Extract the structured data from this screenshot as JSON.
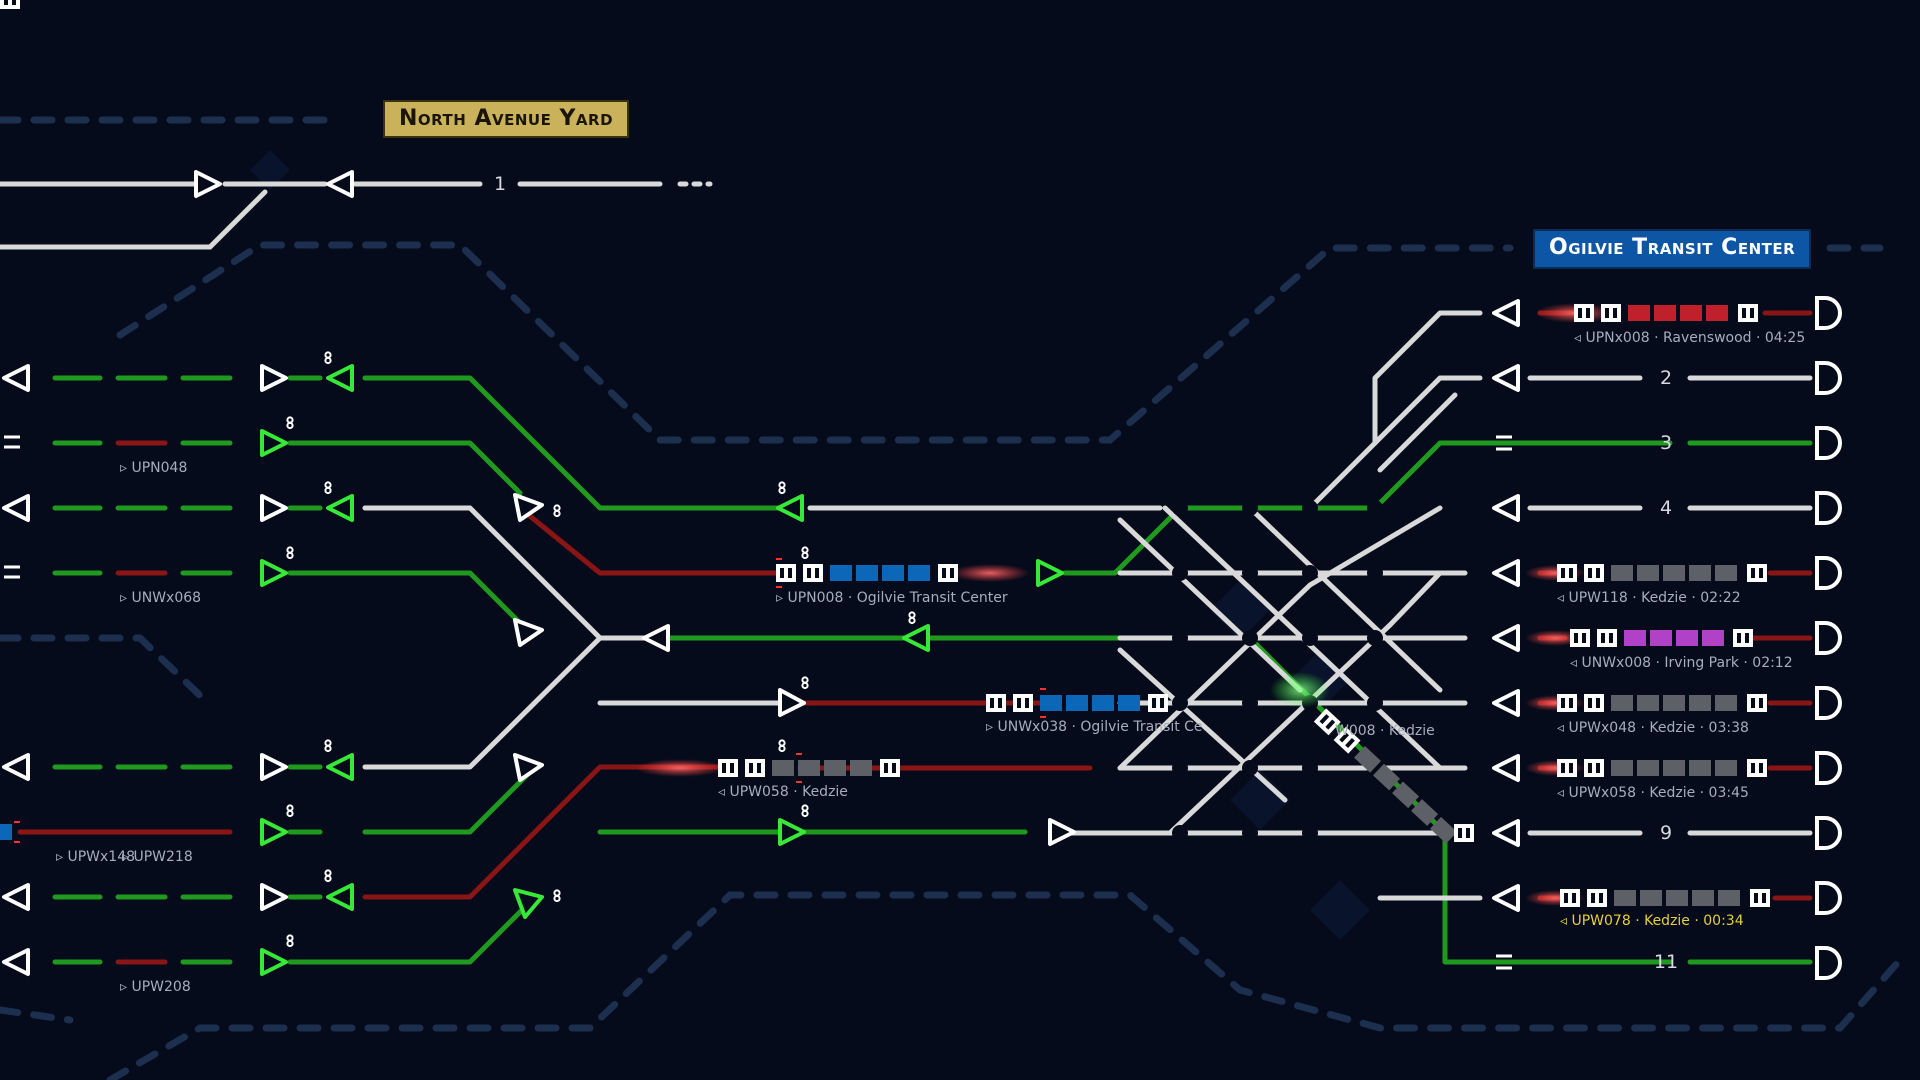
{
  "stations": {
    "north_avenue_yard": "North Avenue Yard",
    "ogilvie_transit_center": "Ogilvie Transit Center"
  },
  "platform_numbers": [
    "1",
    "2",
    "3",
    "4",
    "9",
    "11"
  ],
  "train_labels": [
    {
      "text": "UPN048",
      "dir": "right"
    },
    {
      "text": "UNWx068",
      "dir": "right"
    },
    {
      "text": "UPWx148",
      "dir": "right"
    },
    {
      "text": "UPW218",
      "dir": "right"
    },
    {
      "text": "UPW208",
      "dir": "right"
    },
    {
      "text": "UPN008 · Ogilvie Transit Center",
      "dir": "right"
    },
    {
      "text": "UPW058 · Kedzie",
      "dir": "left"
    },
    {
      "text": "UNWx038 · Ogilvie Transit Ce",
      "dir": "right"
    },
    {
      "text": "W008 · Kedzie",
      "dir": "none"
    },
    {
      "text": "UPNx008 · Ravenswood · 04:25",
      "dir": "left"
    },
    {
      "text": "UPW118 · Kedzie · 02:22",
      "dir": "left"
    },
    {
      "text": "UNWx008 · Irving Park · 02:12",
      "dir": "left"
    },
    {
      "text": "UPWx048 · Kedzie · 03:38",
      "dir": "left"
    },
    {
      "text": "UPWx058 · Kedzie · 03:45",
      "dir": "left"
    },
    {
      "text": "UPW078 · Kedzie · 00:34",
      "dir": "left",
      "alert": true
    }
  ],
  "colors": {
    "background": "#050b1a",
    "route_set": "#1f9a1f",
    "route_occupied": "#8a1515",
    "track_idle": "#d9d9d9",
    "boundary_dash": "#1c2f4f",
    "station_gold": "#c9b25a",
    "station_blue": "#0d56a6",
    "car_blue": "#0d67b8",
    "car_red": "#c01f2c",
    "car_purple": "#b042c8",
    "car_gray": "#5d6066",
    "alert_text": "#e6cf3a"
  },
  "icons": [
    "signal-triangle-icon",
    "buffer-stop-icon",
    "auto-signal-infinity-icon",
    "platform-gap-icon",
    "direction-arrow-icon"
  ]
}
